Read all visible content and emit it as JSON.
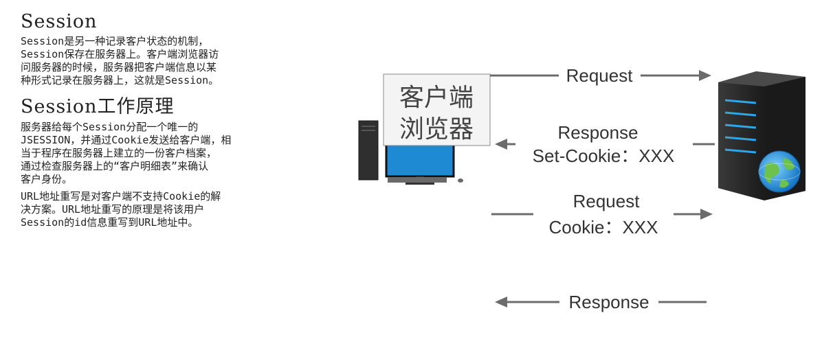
{
  "left_panel": {
    "heading1": "Session",
    "para1_line1": "Session是另一种记录客户状态的机制，",
    "para1_line2": "Session保存在服务器上。客户端浏览器访",
    "para1_line3": "问服务器的时候，服务器把客户端信息以某",
    "para1_line4": "种形式记录在服务器上，这就是Session。",
    "heading2": "Session工作原理",
    "para2_line1": "服务器给每个Session分配一个唯一的",
    "para2_line2": "JSESSION，并通过Cookie发送给客户端，相",
    "para2_line3": "当于程序在服务器上建立的一份客户档案，",
    "para2_line4": "通过检查服务器上的“客户明细表”来确认",
    "para2_line5": "客户身份。",
    "para3_line1": "URL地址重写是对客户端不支持Cookie的解",
    "para3_line2": "决方案。URL地址重写的原理是将该用户",
    "para3_line3": "Session的id信息重写到URL地址中。"
  },
  "diagram": {
    "client_label_line1": "客户端",
    "client_label_line2": "浏览器",
    "arrow1_label": "Request",
    "arrow2_label_line1": "Response",
    "arrow2_label_line2": "Set-Cookie：XXX",
    "arrow3_label_line1": "Request",
    "arrow3_label_line2": "Cookie：XXX",
    "arrow4_label": "Response",
    "colors": {
      "arrow": "#6b6b6b",
      "server_body": "#2b2b2b",
      "server_led": "#2fa6e8",
      "monitor_screen": "#1e8ad4"
    },
    "icons": [
      "desktop-computer-icon",
      "server-icon",
      "globe-icon"
    ]
  }
}
